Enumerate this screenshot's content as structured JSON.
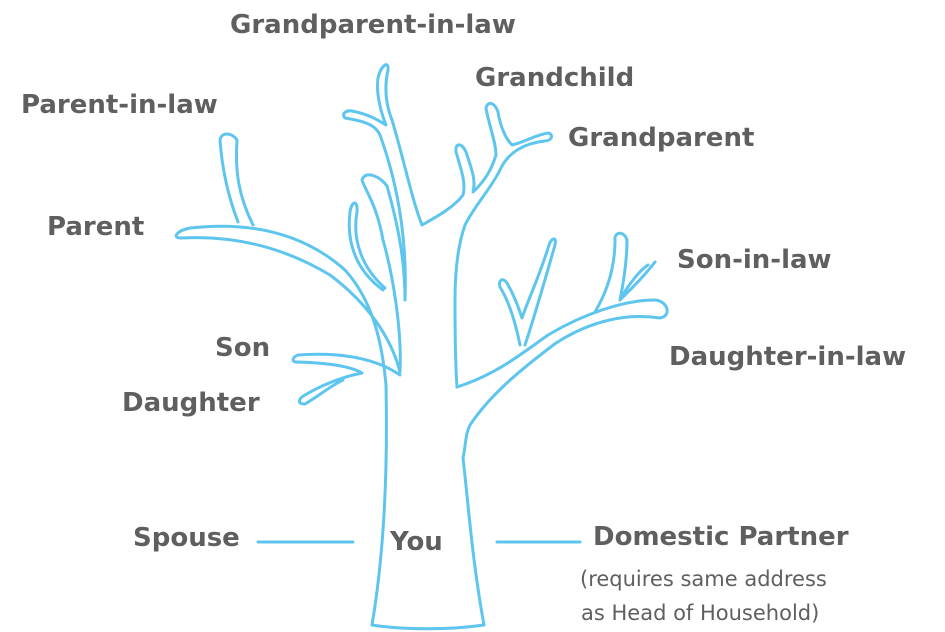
{
  "labels": {
    "grandparent_in_law": "Grandparent-in-law",
    "grandchild": "Grandchild",
    "grandparent": "Grandparent",
    "parent_in_law": "Parent-in-law",
    "parent": "Parent",
    "son_in_law": "Son-in-law",
    "daughter_in_law": "Daughter-in-law",
    "son": "Son",
    "daughter": "Daughter",
    "you": "You",
    "spouse": "Spouse",
    "domestic_partner": "Domestic Partner",
    "domestic_partner_note_line1": "(requires same address",
    "domestic_partner_note_line2": "as Head of Household)"
  },
  "colors": {
    "tree_stroke": "#5ec5ef",
    "label_text": "#5f5f5f"
  }
}
